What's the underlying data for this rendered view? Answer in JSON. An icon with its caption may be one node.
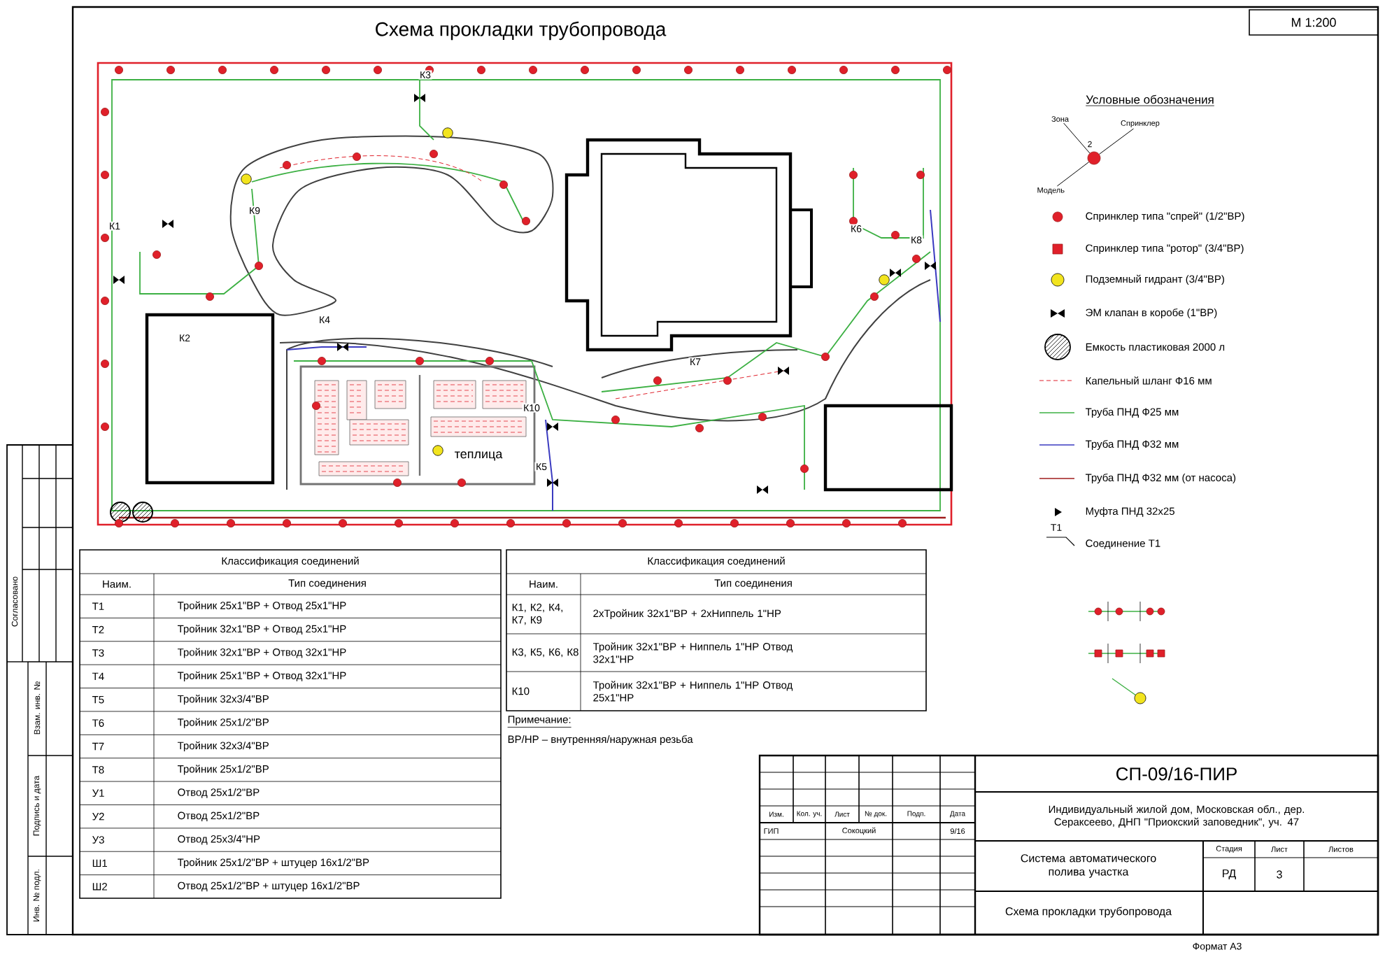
{
  "diagram": {
    "title": "Схема прокладки трубопровода",
    "nodes": [
      {
        "text": [
          "теплица"
        ]
      },
      {
        "text": [
          "Зона"
        ]
      },
      {
        "text": [
          "Спринклер"
        ]
      },
      {
        "text": [
          "Модель"
        ]
      },
      {
        "text": [],
        "shape": "circle"
      }
    ],
    "edges": [
      {
        "from": 1,
        "to": 4,
        "arrow": "none"
      },
      {
        "from": 2,
        "to": 4,
        "arrow": "none"
      },
      {
        "from": 3,
        "to": 4,
        "arrow": "none"
      }
    ],
    "labels": [
      "М 1:200",
      "К1",
      "К2",
      "К3",
      "К4",
      "К5",
      "К6",
      "К7",
      "К8",
      "К9",
      "К10",
      "Условные обозначения",
      "2",
      "Т1",
      "Классификация соединений",
      "Наим.",
      "Тип соединения",
      "Т1",
      "Тройник 25x1\"ВР + Отвод 25x1\"НР",
      "Т2",
      "Тройник 32x1\"ВР + Отвод 25x1\"НР",
      "Т3",
      "Тройник 32x1\"ВР + Отвод 32x1\"НР",
      "Т4",
      "Тройник 25x1\"ВР + Отвод 32x1\"НР",
      "Т5",
      "Тройник 32x3/4\"ВР",
      "Т6",
      "Тройник 25x1/2\"ВР",
      "Т7",
      "Тройник 32x3/4\"ВР",
      "Т8",
      "Тройник 25x1/2\"ВР",
      "У1",
      "Отвод 25x1/2\"ВР",
      "У2",
      "Отвод 25x1/2\"ВР",
      "У3",
      "Отвод 25x3/4\"НР",
      "Ш1",
      "Тройник 25x1/2\"ВР + штуцер 16x1/2\"ВР",
      "Ш2",
      "Отвод 25x1/2\"ВР + штуцер 16x1/2\"ВР",
      "Классификация соединений",
      "Наим.",
      "Тип соединения",
      "К1, К2, К4, К7, К9",
      "2xТройник 32x1\"ВР + 2xНиппель 1\"НР",
      "К3, К5, К6, К8",
      "Тройник 32x1\"ВР + Ниппель 1\"НР Отвод 32x1\"НР",
      "К10",
      "Тройник 32x1\"ВР + Ниппель 1\"НР Отвод 25x1\"НР",
      "Примечание:",
      "ВР/НР – внутренняя/наружная резьба",
      "СП-09/16-ПИР",
      "Индивидуальный жилой дом, Московская обл., дер. Сераксеево, ДНП \"Приокский заповедник\", уч. 47",
      "Изм.",
      "Кол. уч.",
      "Лист",
      "№ док.",
      "Подп.",
      "Дата",
      "ГИП",
      "Сокоцкий",
      "9/16",
      "Система автоматического полива участка",
      "Стадия",
      "Лист",
      "Листов",
      "РД",
      "3",
      "Схема прокладки трубопровода",
      "Формат А3",
      "Согласовано",
      "Взам. инв. №",
      "Подпись и дата",
      "Инв. № подл."
    ],
    "legend": [
      {
        "text": "Спринклер типа \"спрей\" (1/2\"ВР)"
      },
      {
        "text": "Спринклер типа \"ротор\" (3/4\"ВР)"
      },
      {
        "text": "Подземный гидрант (3/4\"ВР)"
      },
      {
        "text": "ЭМ клапан в коробе (1\"ВР)"
      },
      {
        "text": "Емкость пластиковая 2000 л"
      },
      {
        "text": "Капельный шланг Ф16 мм"
      },
      {
        "text": "Труба ПНД Ф25 мм"
      },
      {
        "text": "Труба ПНД Ф32 мм"
      },
      {
        "text": "Труба ПНД Ф32 мм (от насоса)"
      },
      {
        "text": "Муфта ПНД 32x25"
      },
      {
        "text": "Соединение Т1"
      }
    ]
  }
}
